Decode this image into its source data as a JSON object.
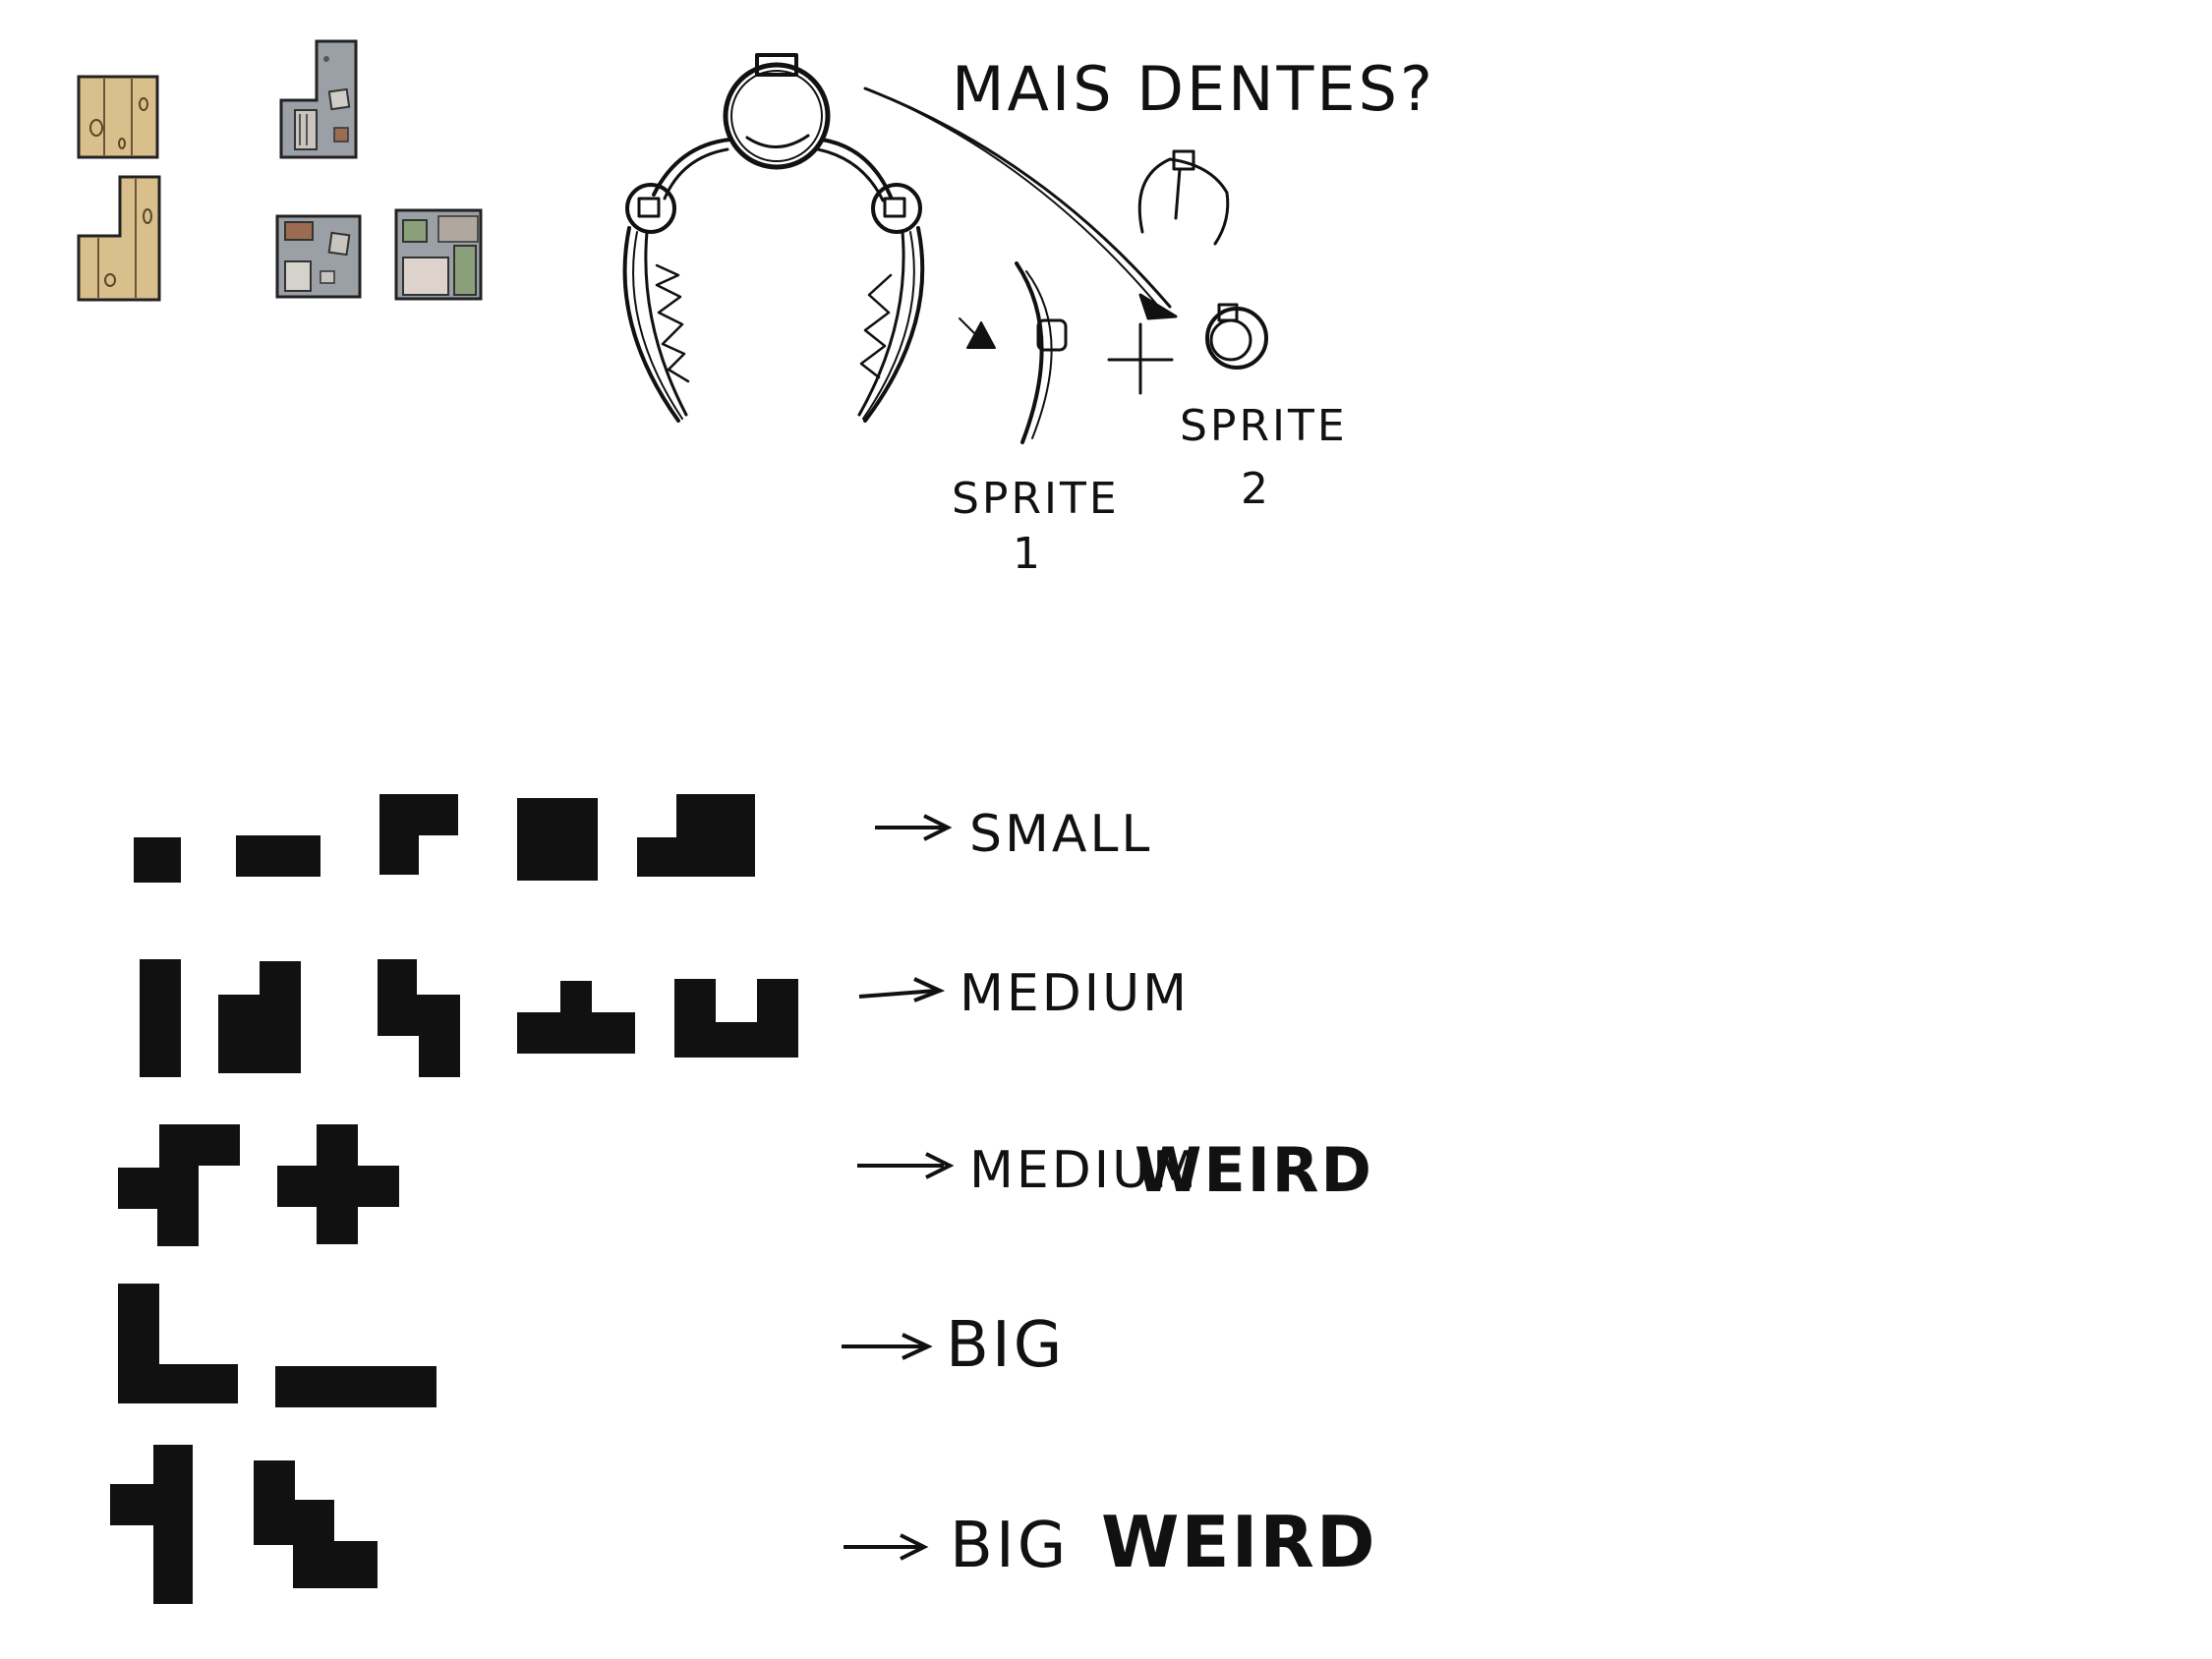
{
  "title_note": "MAIS DENTES?",
  "sprite_1": {
    "label": "SPRITE",
    "number": "1"
  },
  "sprite_2": {
    "label": "SPRITE",
    "number": "2"
  },
  "plus_sign": "+",
  "categories": [
    {
      "thin_label": "SMALL",
      "bold_label": "",
      "pieces": 5
    },
    {
      "thin_label": "MEDIUM",
      "bold_label": "",
      "pieces": 5
    },
    {
      "thin_label": "MEDIUM",
      "bold_label": "WEIRD",
      "pieces": 2
    },
    {
      "thin_label": "BIG",
      "bold_label": "",
      "pieces": 2
    },
    {
      "thin_label": "BIG",
      "bold_label": "WEIRD",
      "pieces": 2
    }
  ],
  "colors": {
    "ink": "#111111",
    "wood": "#d9bf8c",
    "wood_dark": "#b89a63",
    "stone": "#9aa0a6",
    "stone_light": "#c9c4bd",
    "moss": "#8aa07a",
    "rust": "#9b6b52"
  }
}
